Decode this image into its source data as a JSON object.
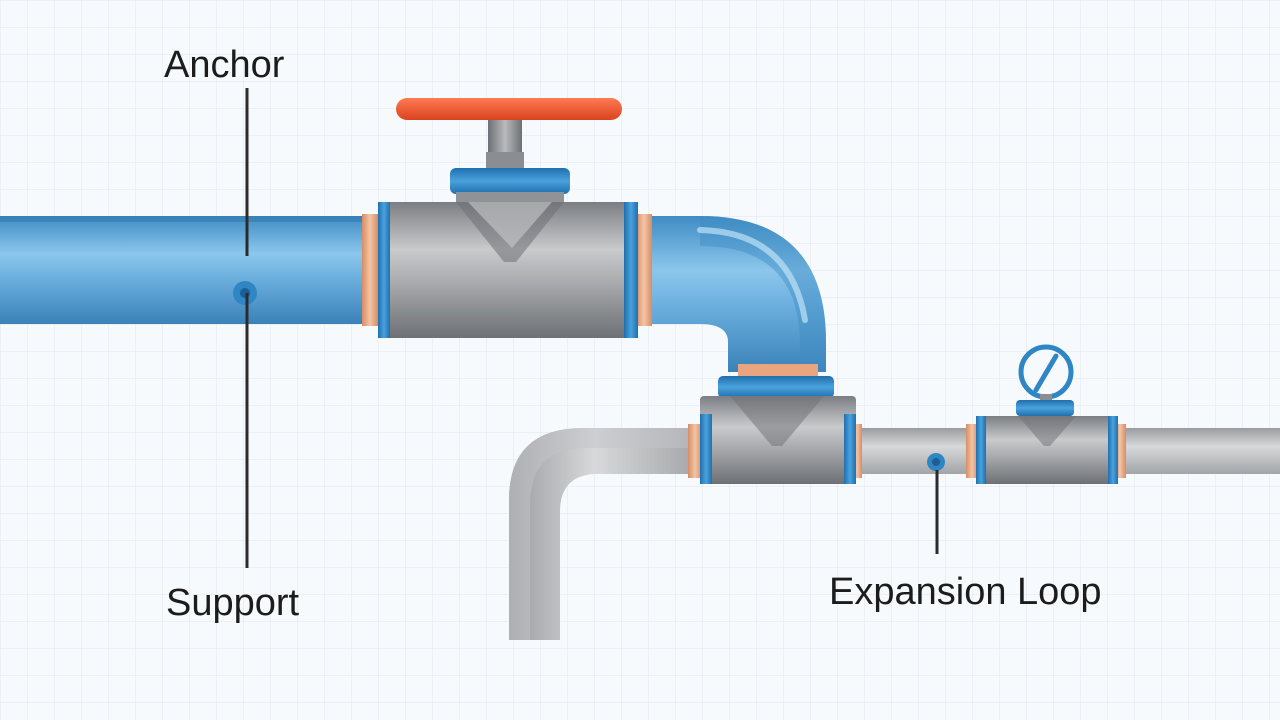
{
  "labels": {
    "anchor": "Anchor",
    "support": "Support",
    "expansion_loop": "Expansion Loop"
  },
  "colors": {
    "background": "#f7fafc",
    "grid": "#dde6ee",
    "pipe_blue": "#5aa5d6",
    "pipe_grey": "#b5b7ba",
    "fitting_grey": "#8f9296",
    "fitting_ring": "#2f86c4",
    "valve_handle": "#f0532e",
    "copper_joint": "#e9a57f",
    "callout_line": "#2b2b2b"
  }
}
